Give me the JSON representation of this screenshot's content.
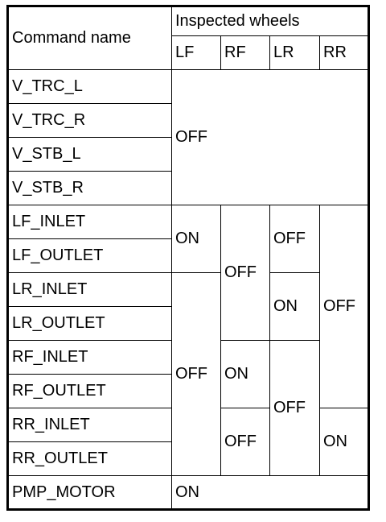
{
  "headers": {
    "command_name": "Command name",
    "inspected_wheels": "Inspected wheels",
    "wheels": [
      "LF",
      "RF",
      "LR",
      "RR"
    ]
  },
  "commands": [
    "V_TRC_L",
    "V_TRC_R",
    "V_STB_L",
    "V_STB_R",
    "LF_INLET",
    "LF_OUTLET",
    "LR_INLET",
    "LR_OUTLET",
    "RF_INLET",
    "RF_OUTLET",
    "RR_INLET",
    "RR_OUTLET",
    "PMP_MOTOR"
  ],
  "values": {
    "v_group_all": "OFF",
    "lf_valves_lf": "ON",
    "lf_lr_valves_rf": "OFF",
    "lf_valves_lr": "OFF",
    "lf_to_rf_valves_rr": "OFF",
    "lr_valves_lr": "ON",
    "lr_to_rr_valves_lf": "OFF",
    "rf_valves_rf": "ON",
    "rf_rr_valves_lr": "OFF",
    "rr_valves_rf": "OFF",
    "rr_valves_rr": "ON",
    "pmp_motor_all": "ON"
  }
}
